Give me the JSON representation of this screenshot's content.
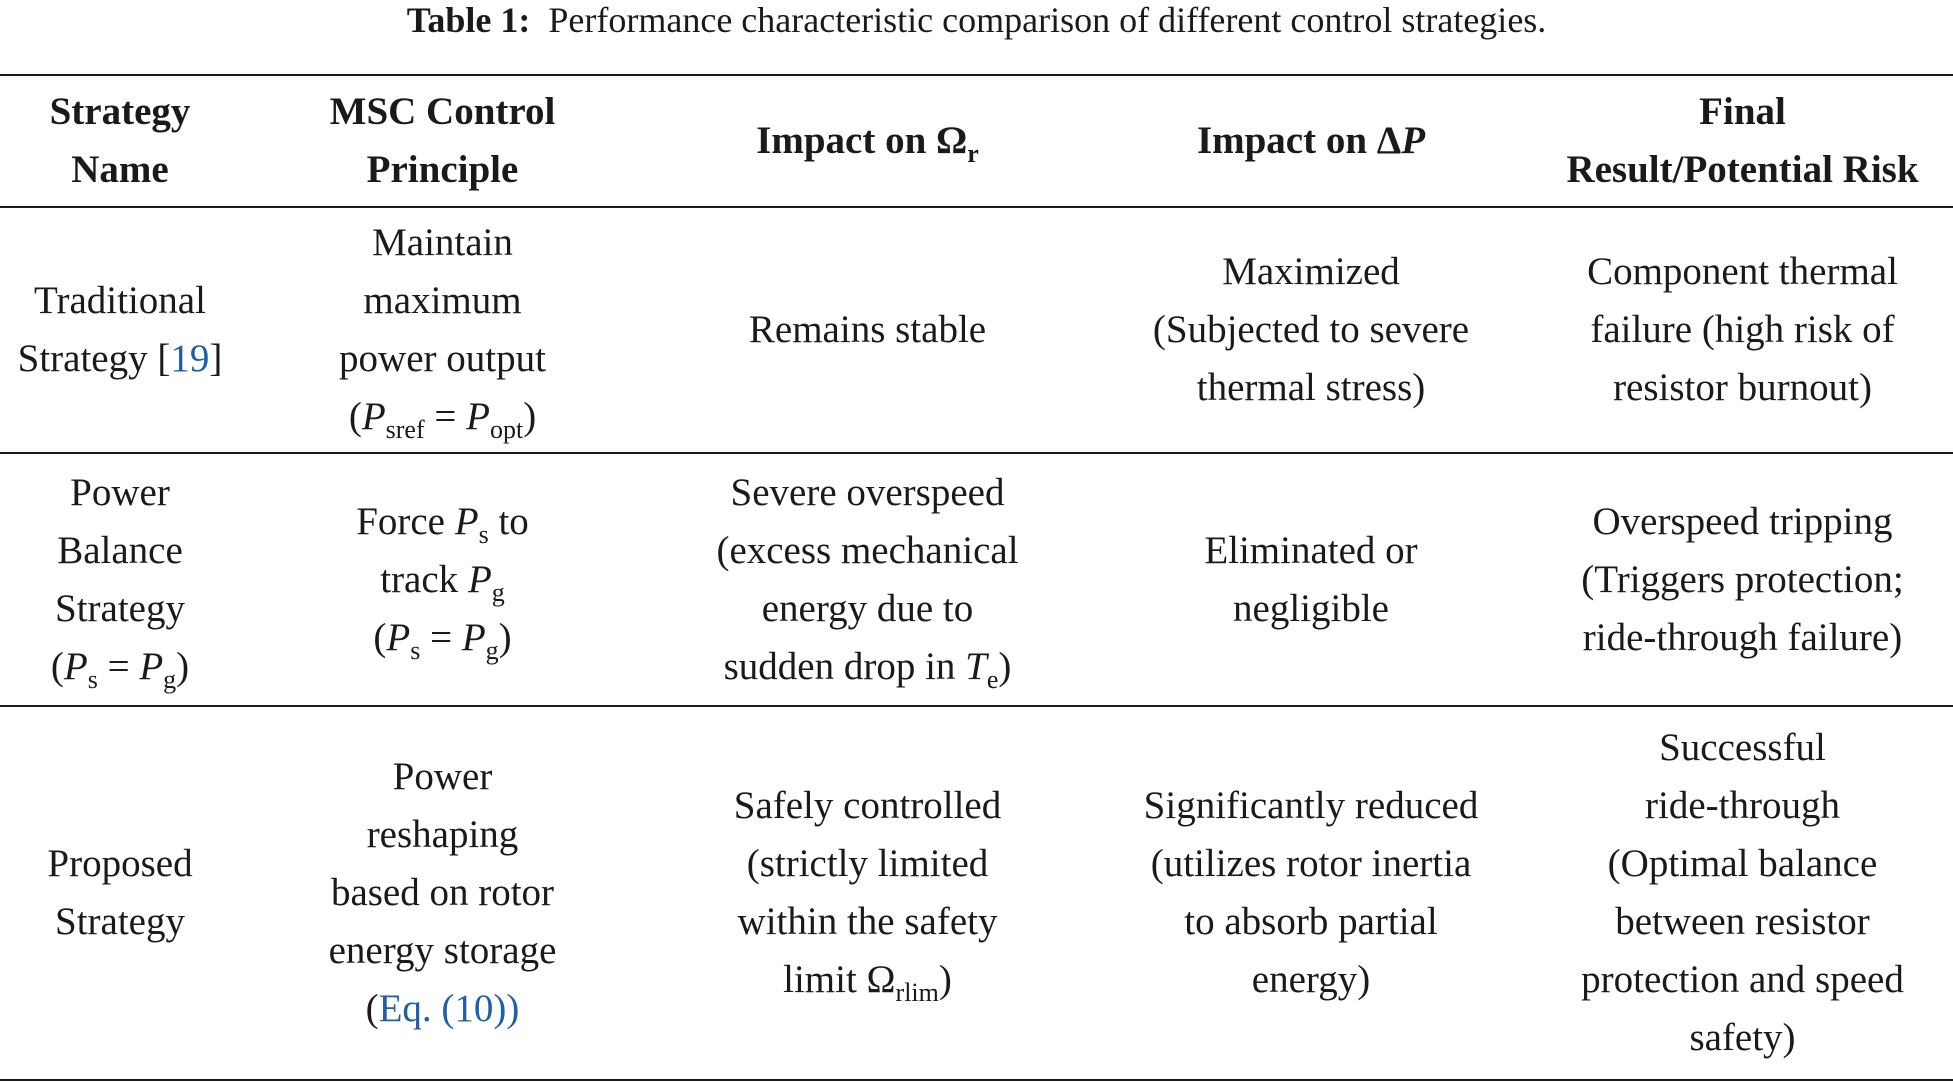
{
  "caption": {
    "label": "Table 1:",
    "text": "Performance characteristic comparison of different control strategies."
  },
  "headers": {
    "strategy_name": [
      "Strategy",
      "Name"
    ],
    "msc_principle": [
      "MSC Control",
      "Principle"
    ],
    "impact_omega_text": "Impact on Ω",
    "impact_omega_sub": "r",
    "impact_dp_text": "Impact on Δ",
    "impact_dp_var": "P",
    "final_result": [
      "Final",
      "Result/Potential Risk"
    ]
  },
  "rows": [
    {
      "name": [
        "Traditional"
      ],
      "name_line2_text": "Strategy [",
      "name_ref": "19",
      "name_line2_end": "]",
      "principle": [
        "Maintain",
        "maximum",
        "power output"
      ],
      "principle_eq": {
        "open": "(",
        "var1": "P",
        "sub1": "sref",
        "eq": " = ",
        "var2": "P",
        "sub2": "opt",
        "close": ")"
      },
      "impact_omega": [
        "Remains stable"
      ],
      "impact_dp": [
        "Maximized",
        "(Subjected to severe",
        "thermal stress)"
      ],
      "result": [
        "Component thermal",
        "failure (high risk of",
        "resistor burnout)"
      ]
    },
    {
      "name": [
        "Power",
        "Balance",
        "Strategy"
      ],
      "name_eq": {
        "open": "(",
        "var1": "P",
        "sub1": "s",
        "eq": " = ",
        "var2": "P",
        "sub2": "g",
        "close": ")"
      },
      "principle_l1_text": "Force ",
      "principle_l1_var": "P",
      "principle_l1_sub": "s",
      "principle_l1_end": " to",
      "principle_l2_text": "track ",
      "principle_l2_var": "P",
      "principle_l2_sub": "g",
      "principle_eq": {
        "open": "(",
        "var1": "P",
        "sub1": "s",
        "eq": " = ",
        "var2": "P",
        "sub2": "g",
        "close": ")"
      },
      "impact_omega": [
        "Severe overspeed",
        "(excess mechanical",
        "energy due to"
      ],
      "impact_omega_l4_text": "sudden drop in ",
      "impact_omega_l4_var": "T",
      "impact_omega_l4_sub": "e",
      "impact_omega_l4_end": ")",
      "impact_dp": [
        "Eliminated or",
        "negligible"
      ],
      "result": [
        "Overspeed tripping",
        "(Triggers protection;",
        "ride-through failure)"
      ]
    },
    {
      "name": [
        "Proposed",
        "Strategy"
      ],
      "principle": [
        "Power",
        "reshaping",
        "based on rotor",
        "energy storage"
      ],
      "principle_ref_open": "(",
      "principle_ref": "Eq. (10)",
      "principle_ref_close": ")",
      "impact_omega": [
        "Safely controlled",
        "(strictly limited",
        "within the safety"
      ],
      "impact_omega_l4_text": "limit Ω",
      "impact_omega_l4_sub": "rlim",
      "impact_omega_l4_end": ")",
      "impact_dp": [
        "Significantly reduced",
        "(utilizes rotor inertia",
        "to absorb partial",
        "energy)"
      ],
      "result": [
        "Successful",
        "ride-through",
        "(Optimal balance",
        "between resistor",
        "protection and speed",
        "safety)"
      ]
    }
  ]
}
